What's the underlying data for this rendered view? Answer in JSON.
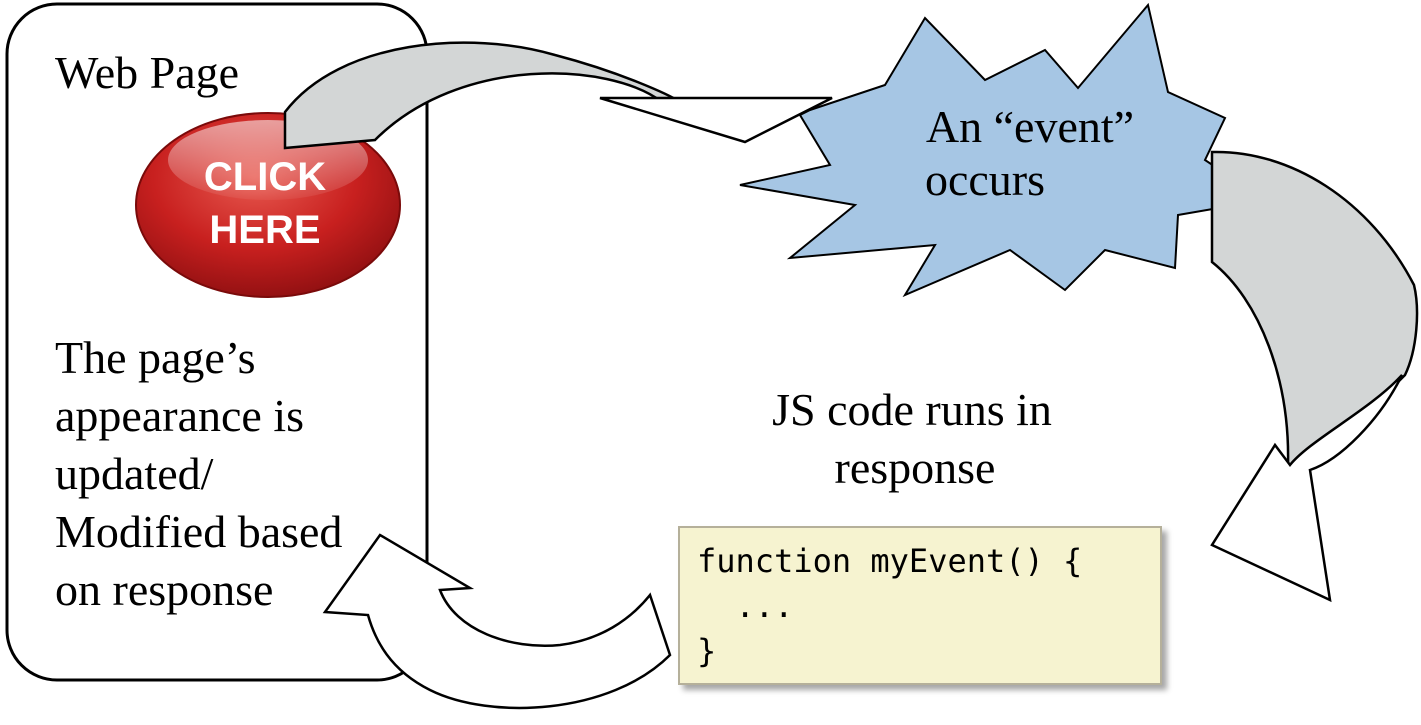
{
  "web_page": {
    "title": "Web Page",
    "button": {
      "line1": "CLICK",
      "line2": "HERE"
    },
    "description": {
      "line1": "The page’s",
      "line2": "appearance is",
      "line3": "updated/",
      "line4": "Modified based",
      "line5": "on response"
    }
  },
  "event": {
    "line1": "An “event”",
    "line2": "occurs"
  },
  "js_label": {
    "line1": "JS code runs in",
    "line2": "response"
  },
  "code": {
    "line1": "function myEvent() {",
    "line2": "  ...",
    "line3": "}"
  },
  "colors": {
    "starburst": "#a6c6e4",
    "button_red": "#c8201f",
    "code_bg": "#f6f3d0",
    "arrow_fill": "#d3d6d6",
    "border": "#000000"
  }
}
